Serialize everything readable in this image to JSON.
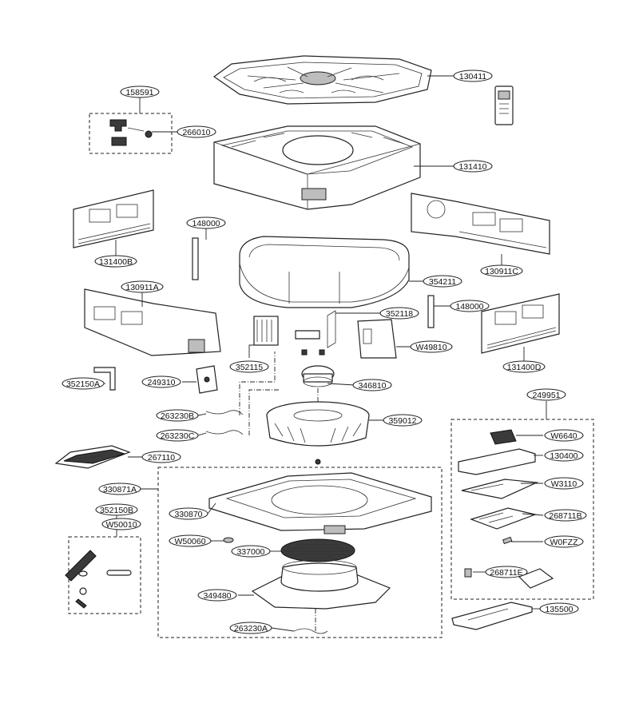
{
  "labels": {
    "p130411": "130411",
    "p158591": "158591",
    "p266010": "266010",
    "p131410": "131410",
    "p148000_top": "148000",
    "p131400B": "131400B",
    "p130911C": "130911C",
    "p354211": "354211",
    "p130911A": "130911A",
    "p352118": "352118",
    "p148000_right": "148000",
    "p352115": "352115",
    "pW49810": "W49810",
    "p131400D": "131400D",
    "p352150A": "352150A",
    "p249310": "249310",
    "p346810": "346810",
    "p249951": "249951",
    "p263230B": "263230B",
    "p359012": "359012",
    "pW6640": "W6640",
    "p263230C": "263230C",
    "p267110": "267110",
    "p130400": "130400",
    "p330871A": "330871A",
    "pW3110": "W3110",
    "p352150B": "352150B",
    "p330870": "330870",
    "p268711B": "268711B",
    "pW50010": "W50010",
    "pW50060": "W50060",
    "pW0FZZ": "W0FZZ",
    "p337000": "337000",
    "p268711E": "268711E",
    "p349480": "349480",
    "p135500": "135500",
    "p263230A": "263230A"
  }
}
